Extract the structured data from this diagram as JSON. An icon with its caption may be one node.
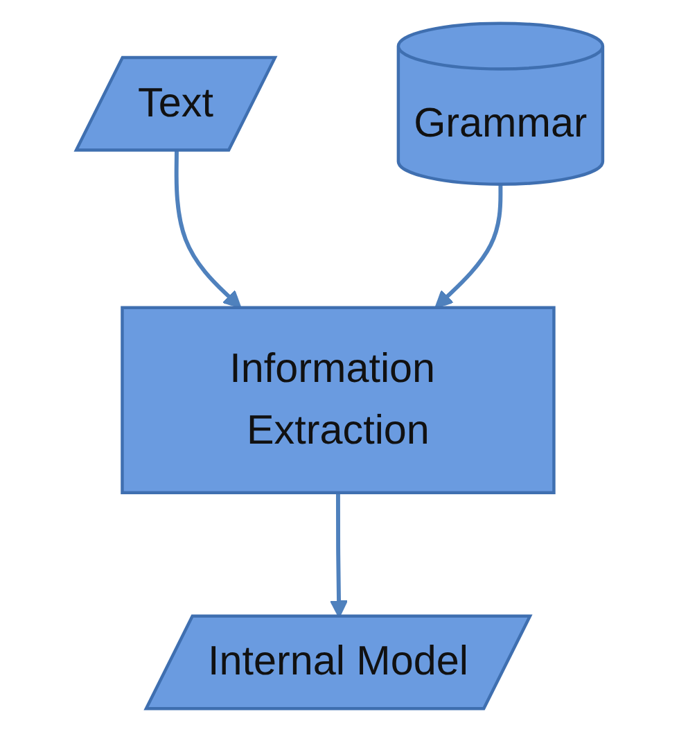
{
  "diagram": {
    "nodes": [
      {
        "text": [
          "Text"
        ]
      },
      {
        "text": [
          "Information Extraction"
        ]
      },
      {
        "text": [
          "Internal Model"
        ]
      },
      {
        "text": [
          "Grammar"
        ]
      }
    ],
    "edges": [
      {
        "from": 0,
        "to": 1,
        "arrow": "to"
      },
      {
        "from": 1,
        "to": 2,
        "arrow": "to"
      },
      {
        "from": 3,
        "to": 1,
        "arrow": "to"
      }
    ]
  }
}
